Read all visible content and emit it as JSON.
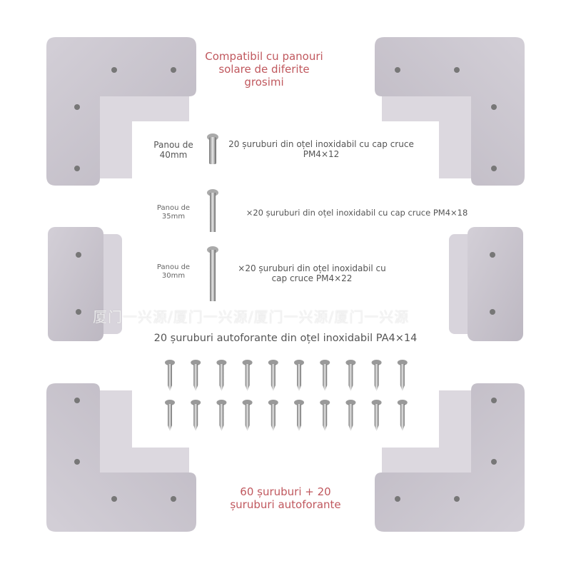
{
  "headline": [
    "Compatibil cu panouri",
    "solare de diferite",
    "grosimi"
  ],
  "screws": [
    {
      "panel": [
        "Panou de",
        "40mm"
      ],
      "desc": [
        "20 șuruburi din oțel inoxidabil cu cap cruce",
        "PM4×12"
      ]
    },
    {
      "panel": [
        "Panou de",
        "35mm"
      ],
      "desc": [
        "×20 șuruburi din oțel inoxidabil cu cap cruce PM4×18"
      ]
    },
    {
      "panel": [
        "Panou de",
        "30mm"
      ],
      "desc": [
        "×20 șuruburi din oțel inoxidabil cu",
        "cap cruce PM4×22"
      ]
    }
  ],
  "self_tapping_label": "20 șuruburi autoforante din oțel inoxidabil PA4×14",
  "total": [
    "60 șuruburi + 20",
    "șuruburi autoforante"
  ],
  "watermark": "厦门一兴源/厦门一兴源/厦门一兴源/厦门一兴源",
  "self_tapping_grid": {
    "rows": 2,
    "columns": 10
  },
  "colors": {
    "accent_text": "#c0585e",
    "bracket": "#c8c4cc",
    "text": "#555555"
  }
}
